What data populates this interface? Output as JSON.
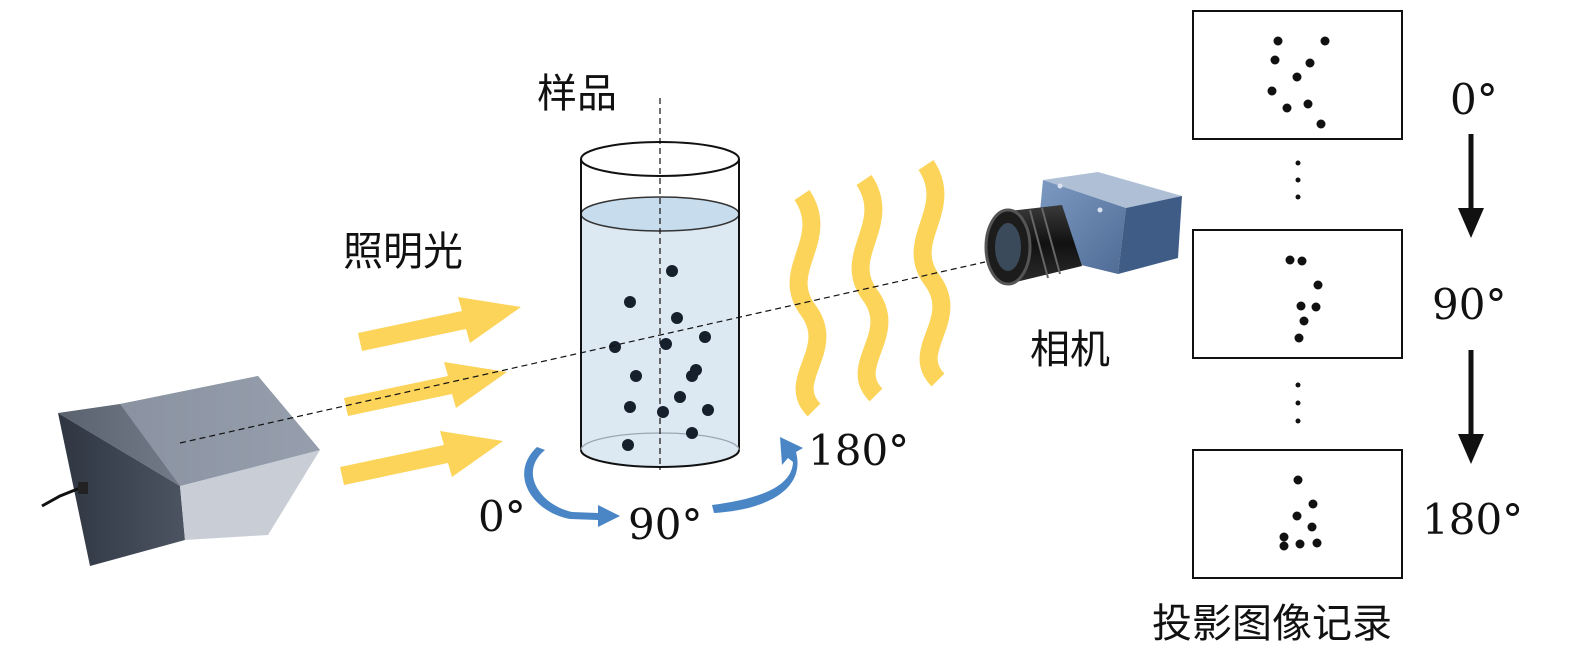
{
  "labels": {
    "sample": "样品",
    "illumination": "照明光",
    "camera": "相机",
    "projection_record": "投影图像记录"
  },
  "rotation_angles": {
    "start": "0°",
    "mid": "90°",
    "end": "180°"
  },
  "projection_angles": [
    "0°",
    "90°",
    "180°"
  ],
  "colors": {
    "light": "#fcd45a",
    "rotation_arrow": "#4a86c5",
    "liquid": "#dce9f3",
    "particle": "#16202c",
    "source_box": "#3d4552",
    "camera_body": "#6b8bb5",
    "lens": "#1a1a1a"
  },
  "icons": {
    "source": "light-source-box",
    "camera": "industrial-camera",
    "sample": "cylindrical-sample-container"
  }
}
